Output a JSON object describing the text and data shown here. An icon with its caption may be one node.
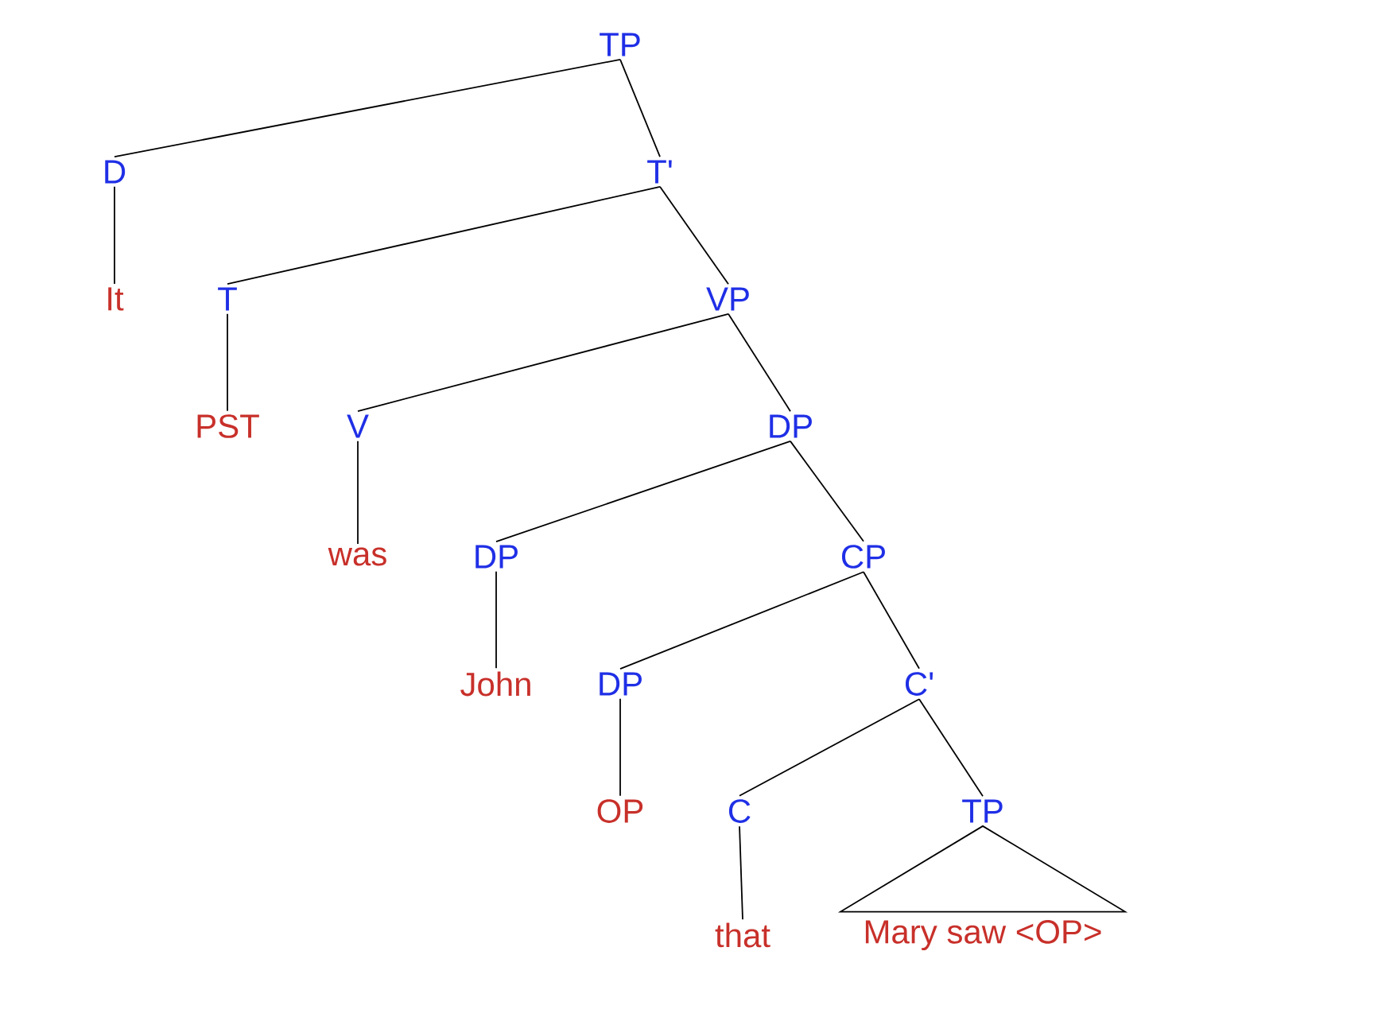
{
  "diagram": {
    "nodes": [
      {
        "text": [
          "TP"
        ]
      },
      {
        "text": [
          "D"
        ]
      },
      {
        "text": [
          "T'"
        ]
      },
      {
        "text": [
          "It"
        ]
      },
      {
        "text": [
          "T"
        ]
      },
      {
        "text": [
          "VP"
        ]
      },
      {
        "text": [
          "PST"
        ]
      },
      {
        "text": [
          "V"
        ]
      },
      {
        "text": [
          "DP"
        ]
      },
      {
        "text": [
          "was"
        ]
      },
      {
        "text": [
          "DP"
        ]
      },
      {
        "text": [
          "CP"
        ]
      },
      {
        "text": [
          "John"
        ]
      },
      {
        "text": [
          "DP"
        ]
      },
      {
        "text": [
          "C'"
        ]
      },
      {
        "text": [
          "OP"
        ]
      },
      {
        "text": [
          "C"
        ]
      },
      {
        "text": [
          "TP"
        ]
      },
      {
        "text": [
          "that"
        ]
      },
      {
        "text": [
          "Mary saw <OP>"
        ]
      }
    ],
    "edges": [
      {
        "from": 0,
        "to": 1,
        "arrow": "none"
      },
      {
        "from": 0,
        "to": 2,
        "arrow": "none"
      },
      {
        "from": 1,
        "to": 3,
        "arrow": "none"
      },
      {
        "from": 2,
        "to": 4,
        "arrow": "none"
      },
      {
        "from": 2,
        "to": 5,
        "arrow": "none"
      },
      {
        "from": 4,
        "to": 6,
        "arrow": "none"
      },
      {
        "from": 5,
        "to": 7,
        "arrow": "none"
      },
      {
        "from": 5,
        "to": 8,
        "arrow": "none"
      },
      {
        "from": 7,
        "to": 9,
        "arrow": "none"
      },
      {
        "from": 8,
        "to": 10,
        "arrow": "none"
      },
      {
        "from": 8,
        "to": 11,
        "arrow": "none"
      },
      {
        "from": 10,
        "to": 12,
        "arrow": "none"
      },
      {
        "from": 11,
        "to": 13,
        "arrow": "none"
      },
      {
        "from": 11,
        "to": 14,
        "arrow": "none"
      },
      {
        "from": 13,
        "to": 15,
        "arrow": "none"
      },
      {
        "from": 14,
        "to": 16,
        "arrow": "none"
      },
      {
        "from": 14,
        "to": 17,
        "arrow": "none"
      },
      {
        "from": 16,
        "to": 18,
        "arrow": "none"
      },
      {
        "from": 17,
        "to": 19,
        "arrow": "none"
      }
    ]
  }
}
